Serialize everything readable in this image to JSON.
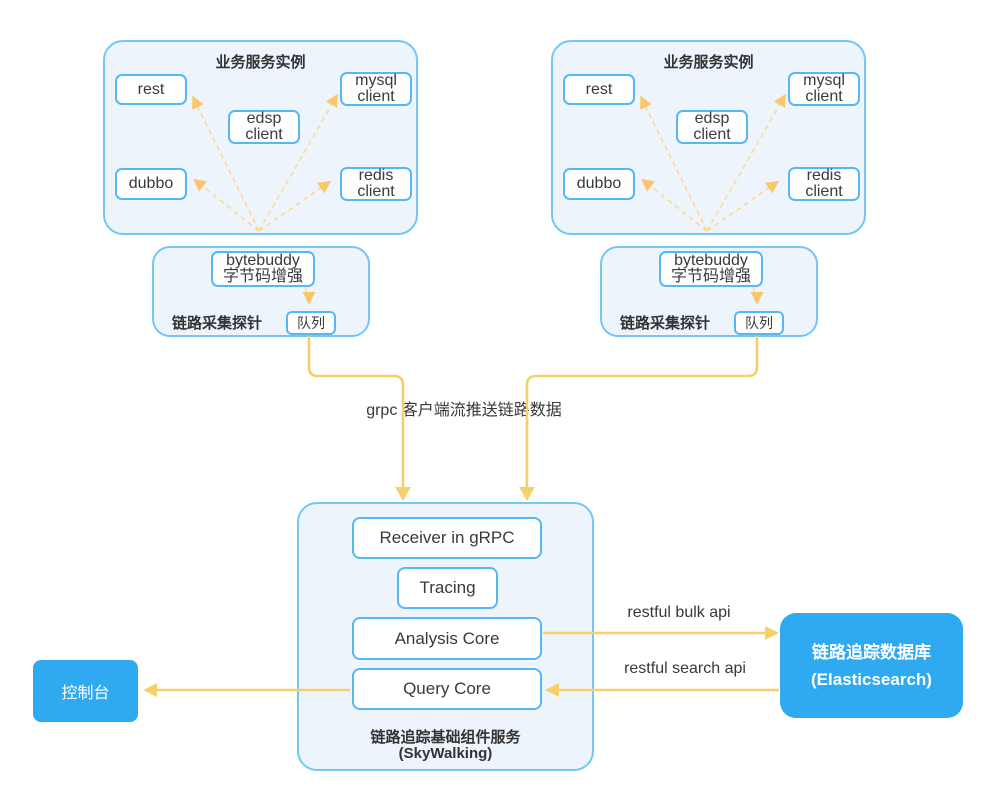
{
  "service_groups": [
    {
      "title": "业务服务实例",
      "rest": "rest",
      "mysql_client": "mysql\nclient",
      "edsp_client": "edsp\nclient",
      "dubbo": "dubbo",
      "redis_client": "redis\nclient"
    },
    {
      "title": "业务服务实例",
      "rest": "rest",
      "mysql_client": "mysql\nclient",
      "edsp_client": "edsp\nclient",
      "dubbo": "dubbo",
      "redis_client": "redis\nclient"
    }
  ],
  "probes": [
    {
      "label": "链路采集探针",
      "bytebuddy": "bytebuddy\n字节码增强",
      "queue": "队列"
    },
    {
      "label": "链路采集探针",
      "bytebuddy": "bytebuddy\n字节码增强",
      "queue": "队列"
    }
  ],
  "flow_labels": {
    "grpc_push": "grpc 客户端流推送链路数据",
    "bulk_api": "restful bulk api",
    "search_api": "restful search api"
  },
  "skywalking": {
    "receiver": "Receiver in gRPC",
    "tracing": "Tracing",
    "analysis": "Analysis Core",
    "query": "Query Core",
    "caption_line1": "链路追踪基础组件服务",
    "caption_line2": "(SkyWalking)"
  },
  "elasticsearch": {
    "line1": "链路追踪数据库",
    "line2": "(Elasticsearch)"
  },
  "console": {
    "label": "控制台"
  },
  "colors": {
    "panel_border": "#72c7f8",
    "node_border": "#55b8f5",
    "panel_fill": "#eef4fc",
    "solid_blue": "#2fa9ef",
    "arrow_yellow": "#f7cf6d",
    "arrow_yellow_light": "#fbda8e",
    "text_dark": "#333333"
  }
}
